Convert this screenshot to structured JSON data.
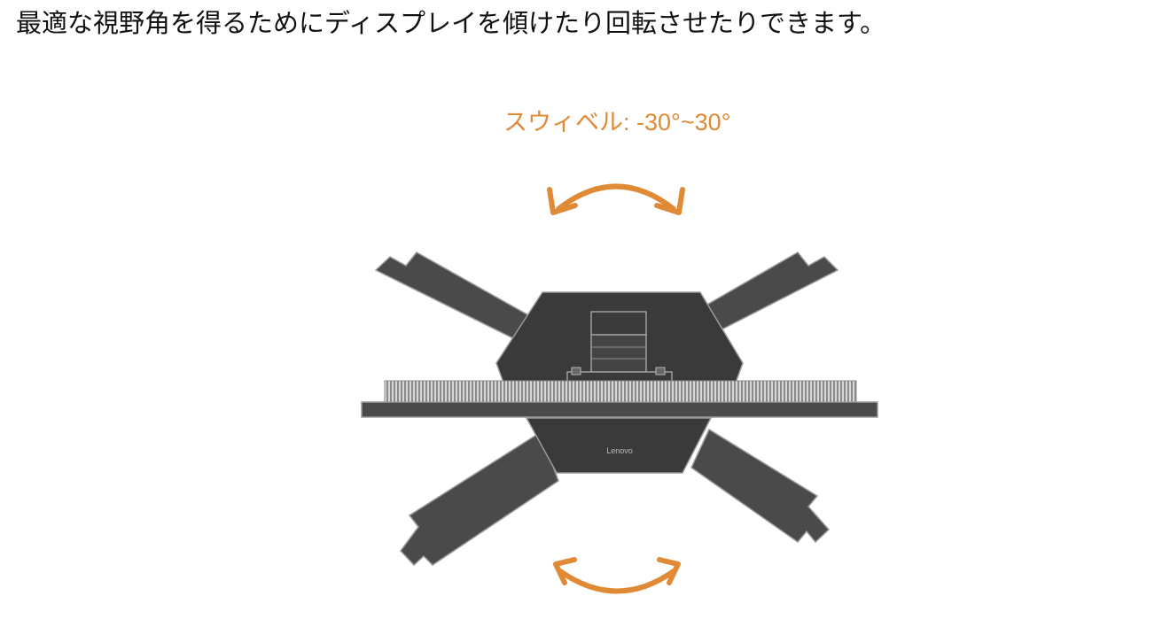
{
  "heading": "最適な視野角を得るためにディスプレイを傾けたり回転させたりできます。",
  "diagram": {
    "swivel_label": "スウィベル: -30°~30°",
    "brand_logo": "Lenovo",
    "swivel_angle_range_deg": [
      -30,
      30
    ],
    "colors": {
      "arrow": "#e08a36",
      "panel_dark": "#4a4a4a",
      "stand": "#3a3a3a",
      "outline": "#9a9a9a"
    }
  }
}
